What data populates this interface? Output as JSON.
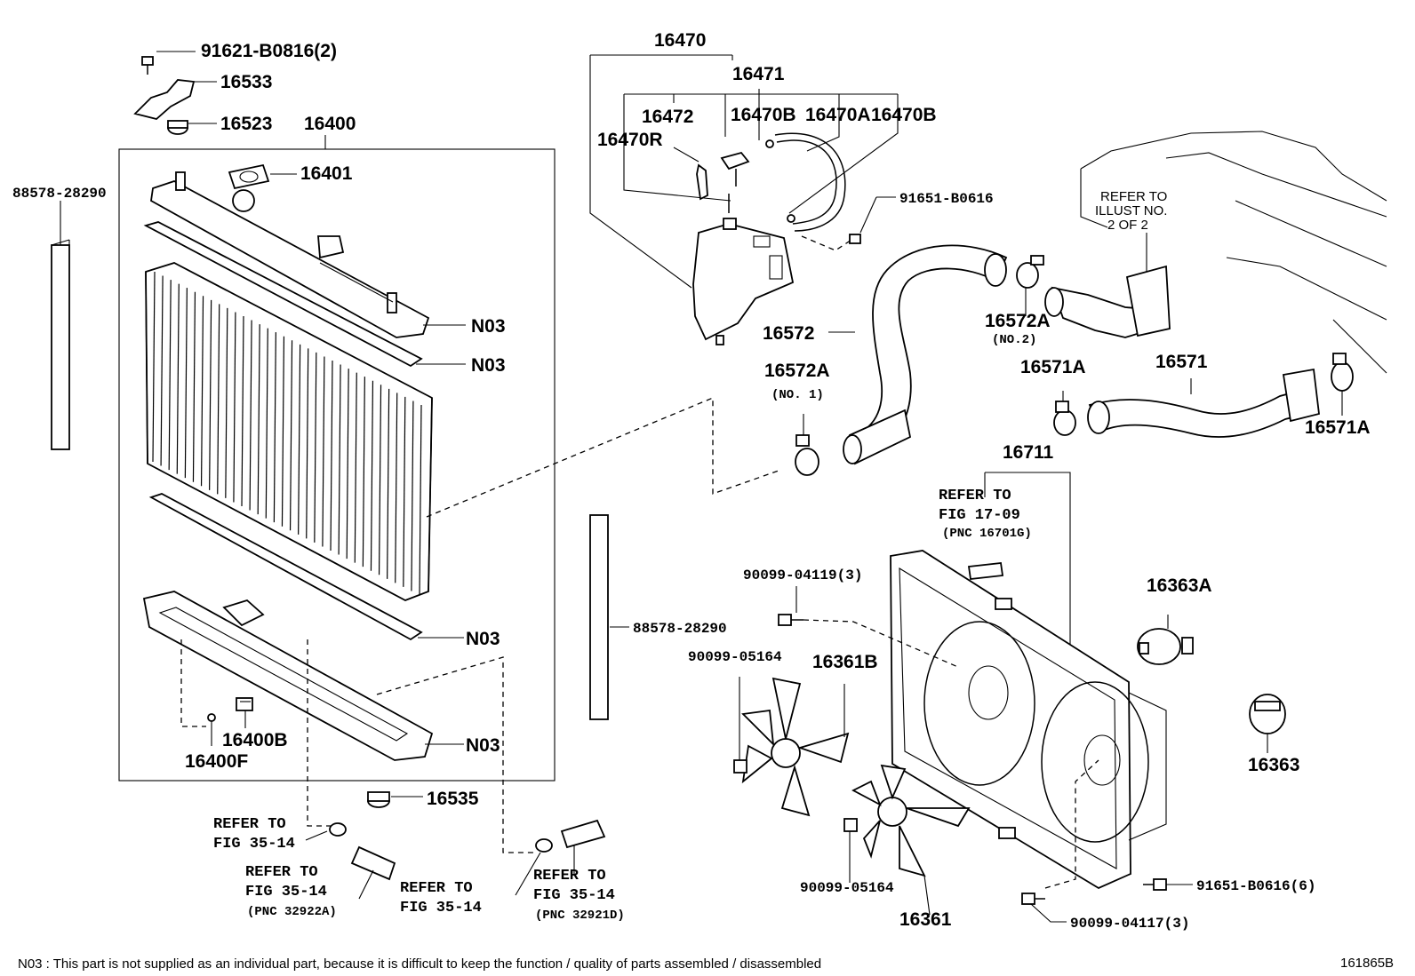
{
  "parts": {
    "p_91621": "91621-B0816(2)",
    "p_16533": "16533",
    "p_16523": "16523",
    "p_16400": "16400",
    "p_16401": "16401",
    "p_88578_left": "88578-28290",
    "p_88578_right": "88578-28290",
    "p_n03_1": "N03",
    "p_n03_2": "N03",
    "p_n03_3": "N03",
    "p_n03_4": "N03",
    "p_16400B": "16400B",
    "p_16400F": "16400F",
    "p_16535": "16535",
    "p_16470": "16470",
    "p_16471": "16471",
    "p_16472": "16472",
    "p_16470R": "16470R",
    "p_16470B_a": "16470B",
    "p_16470A": "16470A",
    "p_16470B_b": "16470B",
    "p_91651_top": "91651-B0616",
    "p_16572": "16572",
    "p_16572A_no2": "16572A",
    "p_16572A_no1": "16572A",
    "p_16571A_left": "16571A",
    "p_16571": "16571",
    "p_16571A_right": "16571A",
    "p_16711": "16711",
    "p_16363A": "16363A",
    "p_16363": "16363",
    "p_90099_04119": "90099-04119(3)",
    "p_90099_05164_top": "90099-05164",
    "p_16361B": "16361B",
    "p_90099_05164_bottom": "90099-05164",
    "p_16361": "16361",
    "p_91651_6": "91651-B0616(6)",
    "p_90099_04117": "90099-04117(3)"
  },
  "notes": {
    "no2": "(NO.2)",
    "no1": "(NO. 1)"
  },
  "refs": {
    "illust_line1": "REFER TO",
    "illust_line2": "ILLUST NO.",
    "illust_line3": "2 OF 2",
    "fig1709_line1": "REFER TO",
    "fig1709_line2": "FIG 17-09",
    "fig1709_pnc": "(PNC 16701G)",
    "fig3514a_line1": "REFER TO",
    "fig3514a_line2": "FIG 35-14",
    "fig3514b_line1": "REFER TO",
    "fig3514b_line2": "FIG 35-14",
    "fig3514b_pnc": "(PNC 32922A)",
    "fig3514c_line1": "REFER TO",
    "fig3514c_line2": "FIG 35-14",
    "fig3514d_line1": "REFER TO",
    "fig3514d_line2": "FIG 35-14",
    "fig3514d_pnc": "(PNC 32921D)"
  },
  "footer": {
    "note": "N03 : This part is not supplied as an individual part, because it is difficult to keep the function / quality of parts  assembled / disassembled",
    "illustration_id": "161865B"
  }
}
